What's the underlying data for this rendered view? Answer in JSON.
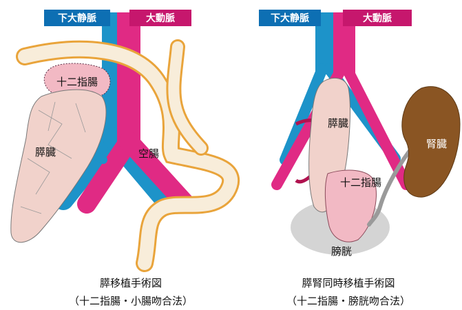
{
  "colors": {
    "vein": "#1d93c9",
    "artery": "#e02a84",
    "vein_tag": "#0d6fb3",
    "artery_tag": "#c6176d",
    "intestine_fill": "#f8edda",
    "intestine_edge": "#e9a43b",
    "pancreas_fill": "#f1d2cb",
    "duodenum_fill": "#f2b9c4",
    "kidney": "#8a5523",
    "bladder": "#d4d4d4"
  },
  "left_panel": {
    "ivc_label": "下大静脈",
    "aorta_label": "大動脈",
    "duodenum_label": "十二指腸",
    "pancreas_label": "膵臓",
    "jejunum_label": "空腸",
    "caption_line1": "膵移植手術図",
    "caption_line2": "（十二指腸・小腸吻合法）"
  },
  "right_panel": {
    "ivc_label": "下大静脈",
    "aorta_label": "大動脈",
    "pancreas_label": "膵臓",
    "duodenum_label": "十二指腸",
    "kidney_label": "腎臓",
    "bladder_label": "膀胱",
    "caption_line1": "膵腎同時移植手術図",
    "caption_line2": "（十二指腸・膀胱吻合法）"
  }
}
